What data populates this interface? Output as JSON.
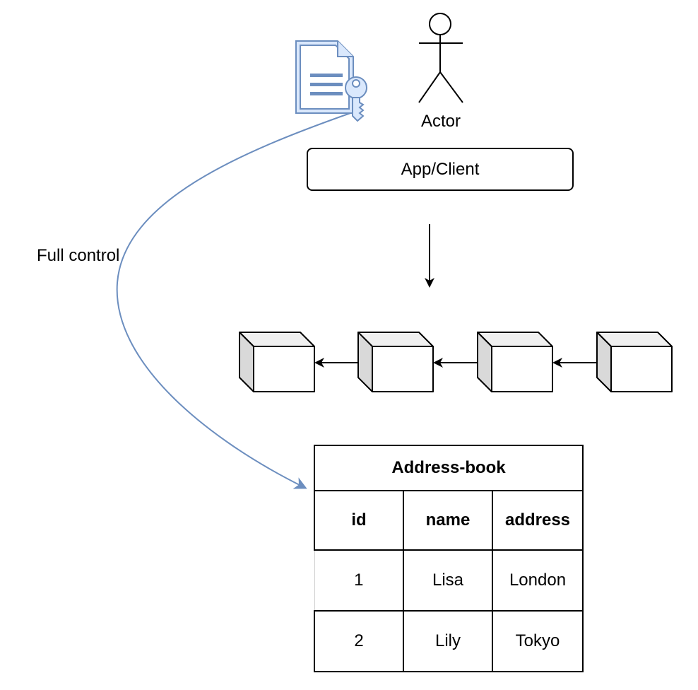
{
  "diagram": {
    "actor": {
      "label": "Actor"
    },
    "app_client": {
      "label": "App/Client"
    },
    "edge_label": "Full control",
    "icon": "document-key-icon",
    "blocks": {
      "count": 4,
      "direction": "right-to-left"
    },
    "colors": {
      "stroke": "#000000",
      "curve": "#6c8ebf",
      "icon_stroke": "#6c8ebf",
      "icon_fill": "#dae8fc",
      "block_front": "#ffffff",
      "block_top": "#f0f0f0",
      "block_side": "#d9d9d9"
    }
  },
  "table": {
    "title": "Address-book",
    "columns": [
      "id",
      "name",
      "address"
    ],
    "rows": [
      [
        "1",
        "Lisa",
        "London"
      ],
      [
        "2",
        "Lily",
        "Tokyo"
      ]
    ]
  }
}
